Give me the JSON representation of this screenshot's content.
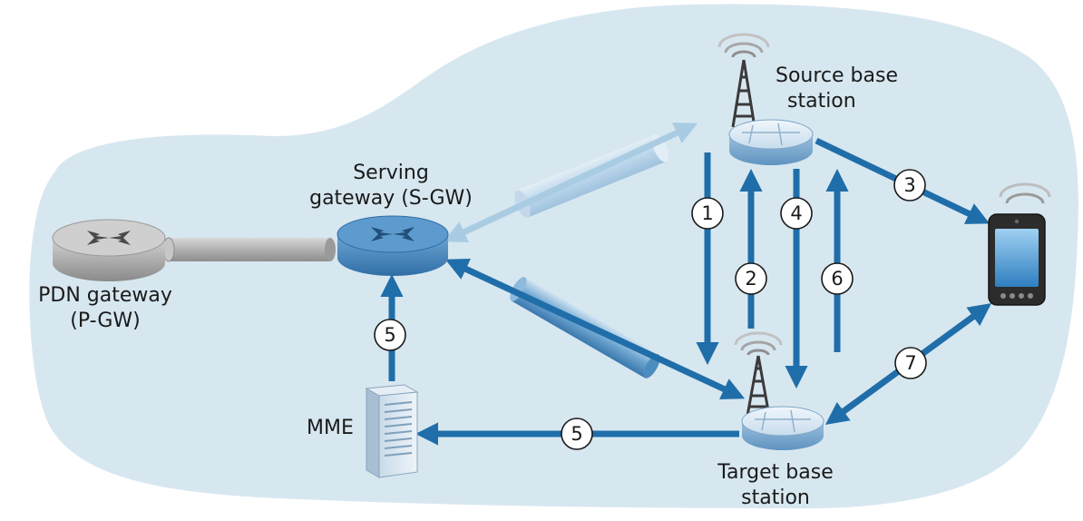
{
  "labels": {
    "source_line1": "Source base",
    "source_line2": "station",
    "sgw_line1": "Serving",
    "sgw_line2": "gateway (S-GW)",
    "pgw_line1": "PDN gateway",
    "pgw_line2": "(P-GW)",
    "mme": "MME",
    "target_line1": "Target base",
    "target_line2": "station"
  },
  "steps": {
    "s1": "1",
    "s2": "2",
    "s3": "3",
    "s4": "4",
    "s5a": "5",
    "s5b": "5",
    "s6": "6",
    "s7": "7"
  },
  "colors": {
    "background_blob": "#d7e7f0",
    "arrow": "#1f6ea9",
    "arrow_light": "#a9cce3",
    "tunnel_gray": "#a8a8a8",
    "router_blue": "#3f84bd",
    "router_gray": "#9a9a9a"
  },
  "icons": {
    "pgw": "gray-router-icon",
    "sgw": "blue-router-icon",
    "source_bs": "base-station-tower-icon",
    "target_bs": "base-station-tower-icon",
    "mme": "server-tower-icon",
    "ue": "smartphone-icon"
  }
}
